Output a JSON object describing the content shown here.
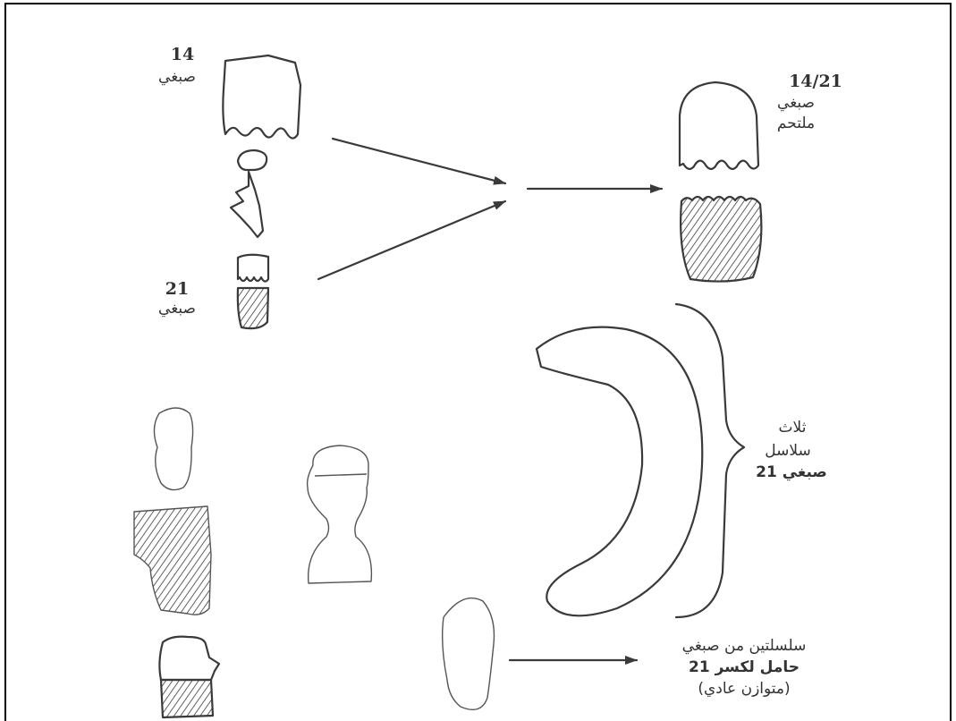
{
  "labels": {
    "chr14_number": "14",
    "chr14_word": "صبغي",
    "chr21_number": "21",
    "chr21_word": "صبغي",
    "fused_number": "14/21",
    "fused_word1": "صبغي",
    "fused_word2": "ملتحم",
    "three_word1": "ثلاث",
    "three_word2": "سلاسل",
    "three_word3": "صبغي 21",
    "carrier_line1": "سلسلتين من صبغي",
    "carrier_line2": "حامل لكسر 21",
    "carrier_line3": "(متوازن عادي)"
  },
  "colors": {
    "ink": "#3a3a3a",
    "background": "#ffffff",
    "border": "#000000"
  }
}
